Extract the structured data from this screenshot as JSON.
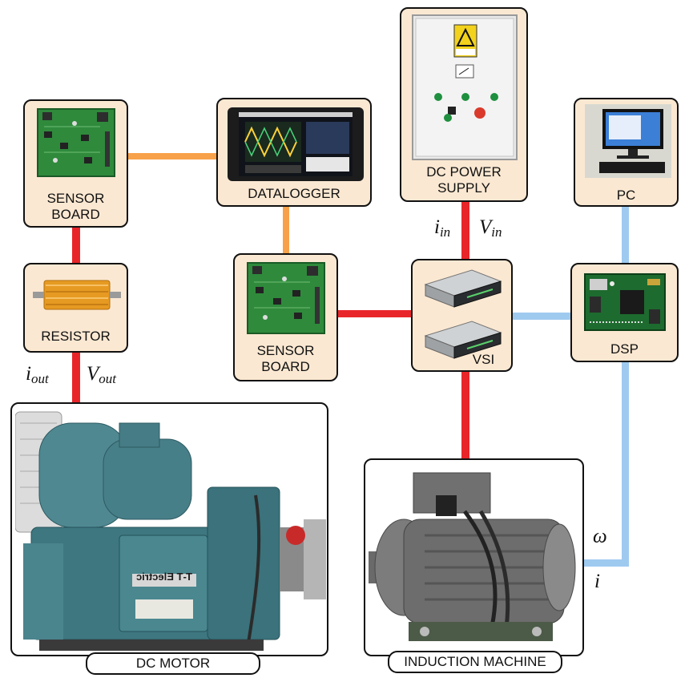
{
  "components": {
    "sensor_board_top": "SENSOR\nBOARD",
    "datalogger": "DATALOGGER",
    "dc_power_supply": "DC POWER\nSUPPLY",
    "pc": "PC",
    "resistor": "RESISTOR",
    "sensor_board_mid": "SENSOR\nBOARD",
    "vsi": "VSI",
    "dsp": "DSP",
    "dc_motor": "DC MOTOR",
    "induction_machine": "INDUCTION MACHINE"
  },
  "signals": {
    "i_in": "i",
    "i_in_sub": "in",
    "v_in": "V",
    "v_in_sub": "in",
    "i_out": "i",
    "i_out_sub": "out",
    "v_out": "V",
    "v_out_sub": "out",
    "omega": "ω",
    "i": "i"
  },
  "motor_plate_text": "T-T Electric",
  "colors": {
    "power_wire": "#e8262a",
    "measurement_wire": "#f7a14a",
    "control_wire": "#9fcaf0",
    "box_fill": "#fbe8d2",
    "border": "#111111"
  }
}
